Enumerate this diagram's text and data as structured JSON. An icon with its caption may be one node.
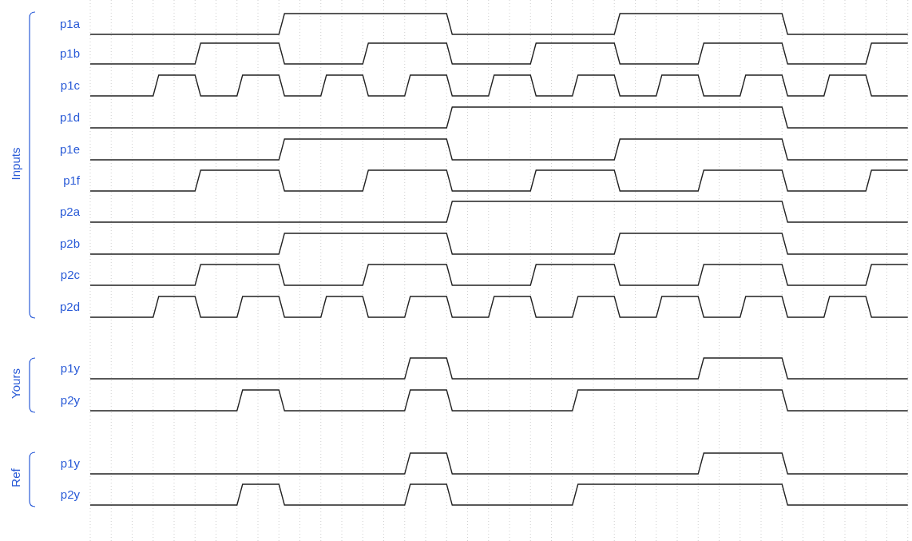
{
  "diagram": {
    "labels": [
      "Inputs",
      "p1a",
      "p1b",
      "p1c",
      "p1d",
      "p1e",
      "p1f",
      "p2a",
      "p2b",
      "p2c",
      "p2d",
      "Yours",
      "p1y",
      "p2y",
      "Ref",
      "p1y",
      "p2y"
    ]
  }
}
